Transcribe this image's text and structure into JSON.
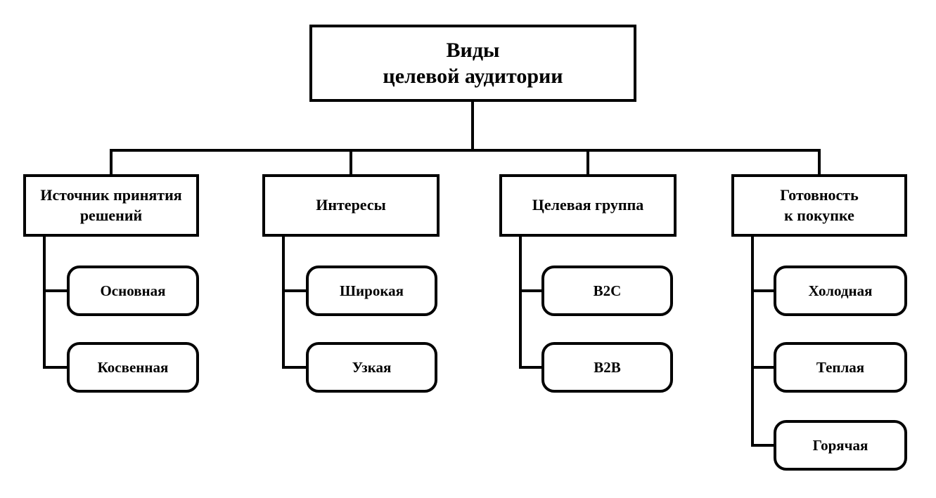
{
  "diagram": {
    "title": "Виды\nцелевой аудитории",
    "branches": [
      {
        "label": "Источник принятия\nрешений",
        "children": [
          "Основная",
          "Косвенная"
        ]
      },
      {
        "label": "Интересы",
        "children": [
          "Широкая",
          "Узкая"
        ]
      },
      {
        "label": "Целевая группа",
        "children": [
          "B2C",
          "B2B"
        ]
      },
      {
        "label": "Готовность\nк покупке",
        "children": [
          "Холодная",
          "Теплая",
          "Горячая"
        ]
      }
    ],
    "colors": {
      "line": "#000000",
      "background": "#ffffff",
      "text": "#000000"
    }
  }
}
